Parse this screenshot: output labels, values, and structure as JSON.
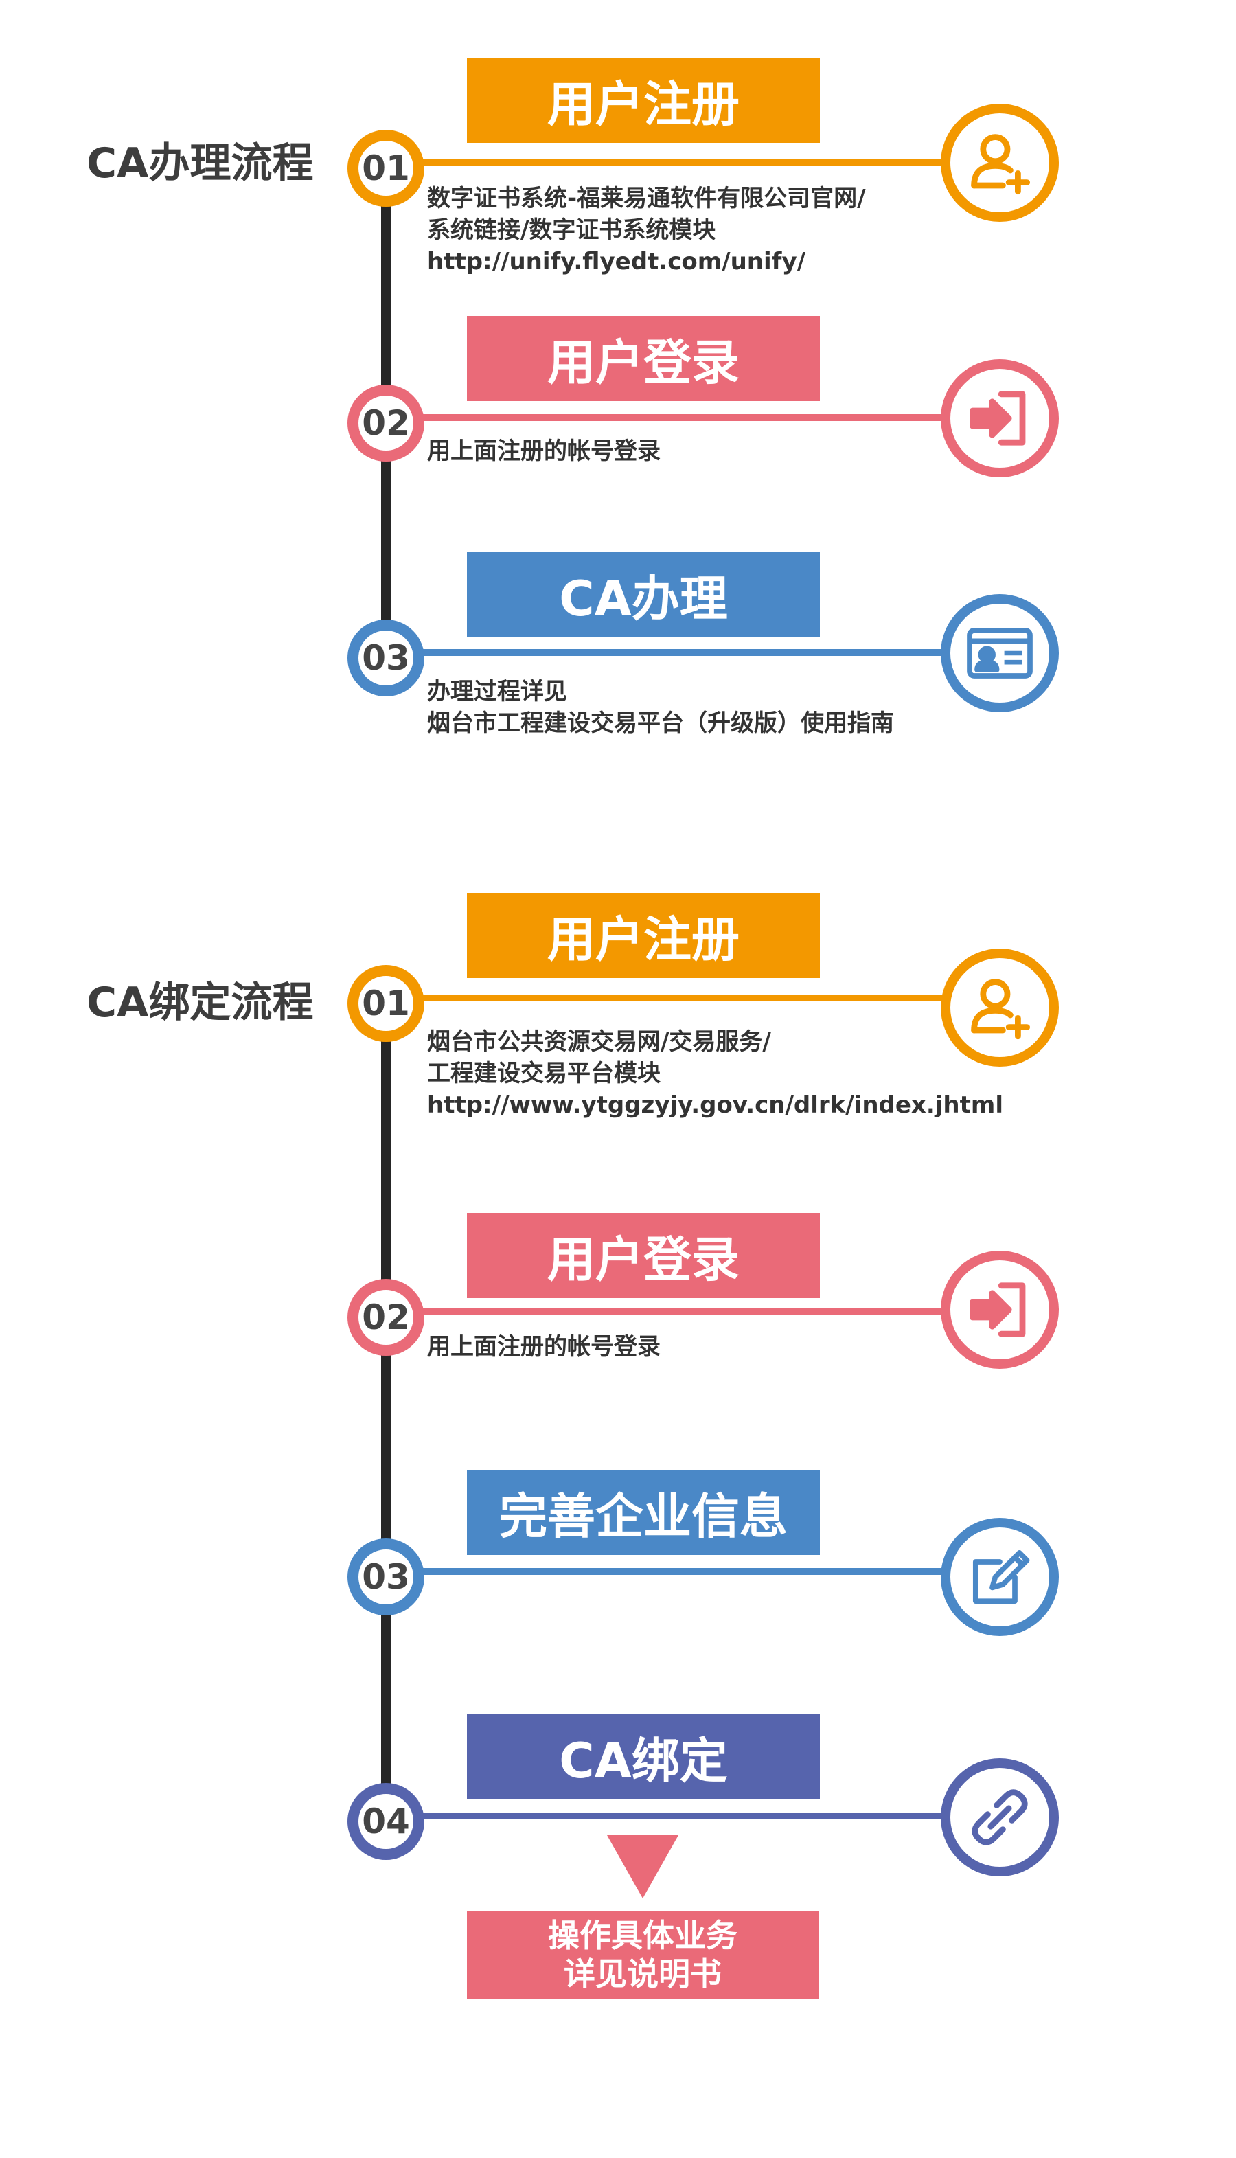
{
  "colors": {
    "orange": "#f39800",
    "pink": "#ea6a78",
    "blue": "#4a88c7",
    "indigo": "#5664ad",
    "timeline": "#262626"
  },
  "section1": {
    "title": "CA办理流程",
    "steps": [
      {
        "number": "01",
        "label": "用户注册",
        "icon": "user-add-icon",
        "desc": [
          "数字证书系统-福莱易通软件有限公司官网/",
          "系统链接/数字证书系统模块",
          "http://unify.flyedt.com/unify/"
        ]
      },
      {
        "number": "02",
        "label": "用户登录",
        "icon": "login-icon",
        "desc": [
          "用上面注册的帐号登录"
        ]
      },
      {
        "number": "03",
        "label": "CA办理",
        "icon": "id-card-icon",
        "desc": [
          "办理过程详见",
          "烟台市工程建设交易平台（升级版）使用指南"
        ]
      }
    ]
  },
  "section2": {
    "title": "CA绑定流程",
    "steps": [
      {
        "number": "01",
        "label": "用户注册",
        "icon": "user-add-icon",
        "desc": [
          "烟台市公共资源交易网/交易服务/",
          "工程建设交易平台模块",
          "http://www.ytggzyjy.gov.cn/dlrk/index.jhtml"
        ]
      },
      {
        "number": "02",
        "label": "用户登录",
        "icon": "login-icon",
        "desc": [
          "用上面注册的帐号登录"
        ]
      },
      {
        "number": "03",
        "label": "完善企业信息",
        "icon": "edit-icon"
      },
      {
        "number": "04",
        "label": "CA绑定",
        "icon": "link-icon"
      }
    ]
  },
  "final_note": {
    "line1": "操作具体业务",
    "line2": "详见说明书"
  }
}
